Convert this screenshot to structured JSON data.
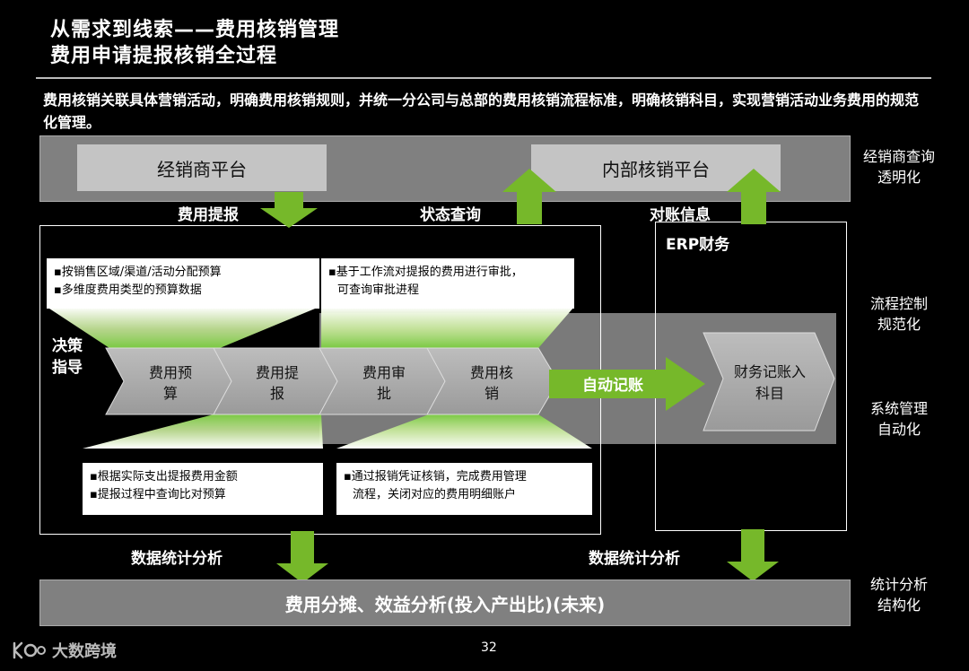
{
  "header": {
    "title_line1": "从需求到线索——费用核销管理",
    "title_line2": "费用申请提报核销全过程"
  },
  "intro": "费用核销关联具体营销活动，明确费用核销规则，并统一分公司与总部的费用核销流程标准，明确核销科目，实现营销活动业务费用的规范化管理。",
  "platforms": {
    "dealer": "经销商平台",
    "internal": "内部核销平台"
  },
  "flow_labels": {
    "submit": "费用提报",
    "status_query": "状态查询",
    "reconcile": "对账信息",
    "erp": "ERP财务",
    "decision": "决策指导",
    "decision_line1": "决策",
    "decision_line2": "指导",
    "auto_post": "自动记账",
    "stats_left": "数据统计分析",
    "stats_right": "数据统计分析"
  },
  "steps": [
    {
      "line1": "费用预",
      "line2": "算"
    },
    {
      "line1": "费用提",
      "line2": "报"
    },
    {
      "line1": "费用审",
      "line2": "批"
    },
    {
      "line1": "费用核",
      "line2": "销"
    }
  ],
  "finance_step": {
    "line1": "财务记账入",
    "line2": "科目"
  },
  "notes": {
    "top_left": [
      "▪按销售区域/渠道/活动分配预算",
      "▪多维度费用类型的预算数据"
    ],
    "top_right": [
      "▪基于工作流对提报的费用进行审批，",
      "可查询审批进程"
    ],
    "bottom_left": [
      "▪根据实际支出提报费用金额",
      "▪提报过程中查询比对预算"
    ],
    "bottom_right": [
      "▪通过报销凭证核销，完成费用管理",
      "流程，关闭对应的费用明细账户"
    ]
  },
  "side_labels": {
    "dealer_query": [
      "经销商查询",
      "透明化"
    ],
    "process_control": [
      "流程控制",
      "规范化"
    ],
    "system_management": [
      "系统管理",
      "自动化"
    ],
    "stats_analysis": [
      "统计分析",
      "结构化"
    ]
  },
  "bottom_bar": "费用分摊、效益分析(投入产出比)(未来)",
  "page_number": "32",
  "watermark": "大数跨境",
  "colors": {
    "arrow_green": "#76b82a",
    "background": "#000000",
    "band_gray": "#808080",
    "platform_gray": "#c4c4c4"
  }
}
